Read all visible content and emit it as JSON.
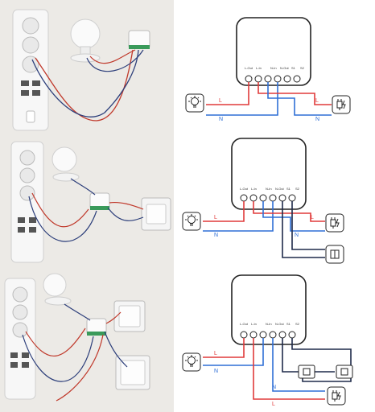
{
  "panels": [
    {
      "terminals": [
        "L-Out",
        "L-In",
        "N-In",
        "N-Out",
        "S1",
        "S2"
      ],
      "wires": {
        "live_left": "L",
        "neutral_left": "N",
        "live_right": "L",
        "neutral_right": "N"
      }
    },
    {
      "terminals": [
        "L-Out",
        "L-In",
        "N-In",
        "N-Out",
        "S1",
        "S2"
      ],
      "wires": {
        "live_left": "L",
        "neutral_left": "N",
        "live_right": "L",
        "neutral_right": "N"
      }
    },
    {
      "terminals": [
        "L-Out",
        "L-In",
        "N-In",
        "N-Out",
        "S1",
        "S2"
      ],
      "wires": {
        "live_left": "L",
        "neutral_left": "N",
        "neutral_bottom": "N",
        "live_bottom": "L"
      }
    }
  ],
  "colors": {
    "live": "#e03a3a",
    "neutral": "#2f6fd6",
    "switch_wire": "#1e2a4a",
    "frame": "#222222"
  }
}
